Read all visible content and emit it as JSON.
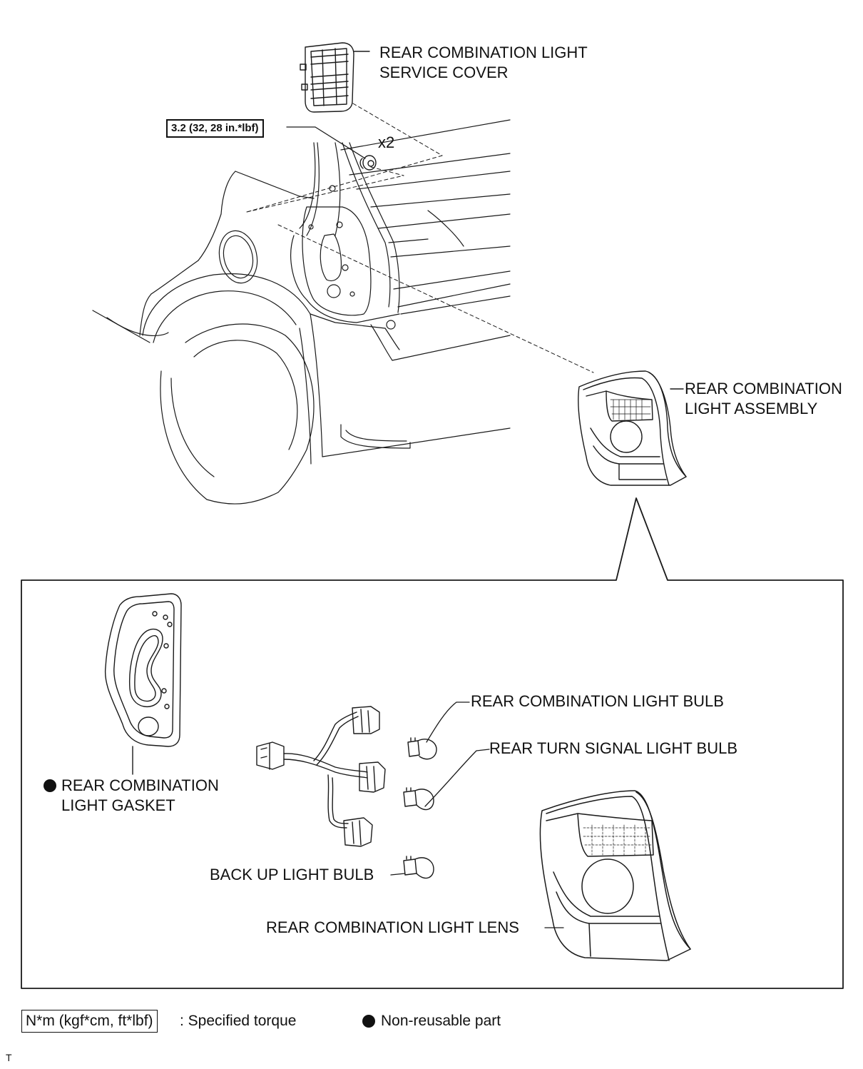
{
  "labels": {
    "service_cover": [
      "REAR COMBINATION LIGHT",
      "SERVICE COVER"
    ],
    "light_assembly": [
      "REAR COMBINATION",
      "LIGHT ASSEMBLY"
    ],
    "gasket": [
      "REAR COMBINATION",
      "LIGHT GASKET"
    ],
    "combination_bulb": "REAR COMBINATION LIGHT BULB",
    "turn_signal_bulb": "REAR TURN SIGNAL LIGHT BULB",
    "back_up_bulb": "BACK UP LIGHT BULB",
    "lens": "REAR COMBINATION LIGHT LENS"
  },
  "torque_spec": "3.2 (32, 28 in.*lbf)",
  "quantity": "x2",
  "legend": {
    "torque_unit": "N*m (kgf*cm, ft*lbf)",
    "torque_desc": ": Specified torque",
    "non_reusable": "Non-reusable part"
  },
  "corner_mark": "T",
  "colors": {
    "line": "#1a1a1a",
    "background": "#ffffff"
  }
}
